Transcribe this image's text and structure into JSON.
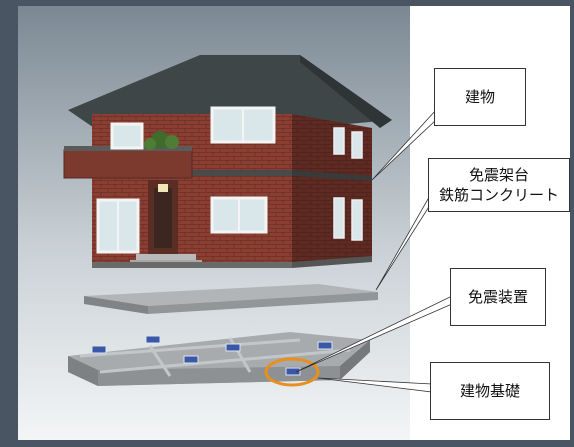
{
  "labels": {
    "building": "建物",
    "isolation_platform_line1": "免震架台",
    "isolation_platform_line2": "鉄筋コンクリート",
    "isolation_device": "免震装置",
    "building_foundation": "建物基礎"
  },
  "colors": {
    "frame_background": "#4a5563",
    "panel_gradient_top": "#8f9aa3",
    "panel_gradient_bottom": "#f2f4f5",
    "brick": "#8a3f32",
    "roof": "#3f4648",
    "concrete": "#9ea2a4",
    "isolator": "#3b57a8",
    "highlight_ring": "#e8901e"
  }
}
